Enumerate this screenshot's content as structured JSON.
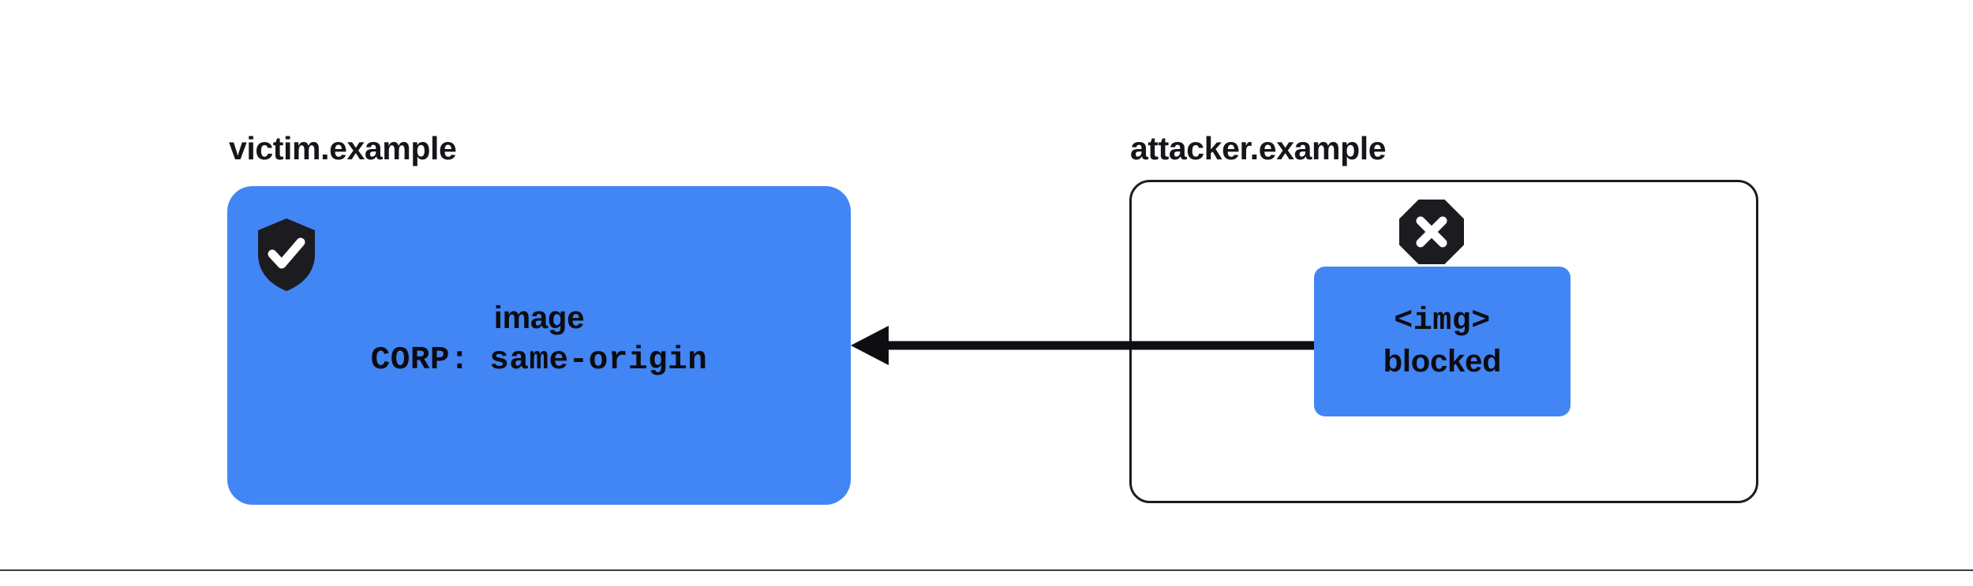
{
  "diagram": {
    "title": "Cross-Origin Resource Policy blocking a cross-site image request",
    "background_color": "#ffffff",
    "accent_color": "#4285f4",
    "ink_color": "#16161a"
  },
  "origins": {
    "victim": {
      "label": "victim.example",
      "style": "filled",
      "fill_color": "#4285f4",
      "status_icon": "shield-check-icon",
      "resource": "image",
      "header": "CORP: same-origin"
    },
    "attacker": {
      "label": "attacker.example",
      "style": "outlined",
      "border_color": "#1b1b20",
      "status_icon": "octagon-x-icon",
      "request": {
        "tag": "<img>",
        "status": "blocked",
        "fill_color": "#4285f4"
      }
    }
  },
  "arrow": {
    "name": "request-arrow",
    "direction": "right-to-left",
    "from": "attacker.example",
    "to": "victim.example",
    "color": "#0d0d12"
  },
  "footer": {
    "rule_color": "#3c3c42"
  }
}
